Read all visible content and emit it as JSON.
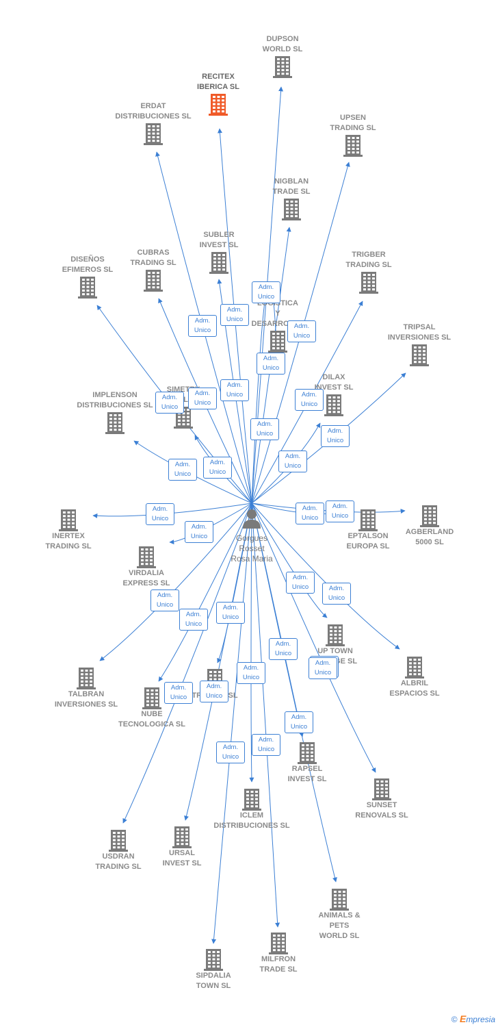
{
  "center": {
    "name": "Gorgues\nRosset\nRosa Maria"
  },
  "edge_label": "Adm.\nUnico",
  "colors": {
    "edge": "#3b7fd4",
    "building": "#7a7a7a",
    "highlight": "#f05a28"
  },
  "footer": {
    "copyright": "©",
    "brand_initial": "E",
    "brand_rest": "mpresia"
  },
  "companies": [
    {
      "id": "dupson",
      "name": "DUPSON\nWORLD SL"
    },
    {
      "id": "recitex",
      "name": "RECITEX\nIBERICA  SL",
      "highlight": true
    },
    {
      "id": "erdat",
      "name": "ERDAT\nDISTRIBUCIONES SL"
    },
    {
      "id": "upsen",
      "name": "UPSEN\nTRADING SL"
    },
    {
      "id": "nigblan",
      "name": "NIGBLAN\nTRADE SL"
    },
    {
      "id": "subler",
      "name": "SUBLER\nINVEST SL"
    },
    {
      "id": "cubras",
      "name": "CUBRAS\nTRADING SL"
    },
    {
      "id": "disenos",
      "name": "DISEÑOS\nEFIMEROS SL"
    },
    {
      "id": "trigber",
      "name": "TRIGBER\nTRADING SL"
    },
    {
      "id": "logistica",
      "name": "LOGISTICA\nY\nDESARROLLO"
    },
    {
      "id": "tripsal",
      "name": "TRIPSAL\nINVERSIONES SL"
    },
    {
      "id": "dilax",
      "name": "DILAX\nINVEST SL"
    },
    {
      "id": "simetry",
      "name": "SIMETRY\nSL"
    },
    {
      "id": "implenson",
      "name": "IMPLENSON\nDISTRIBUCIONES SL"
    },
    {
      "id": "inertex",
      "name": "INERTEX\nTRADING SL"
    },
    {
      "id": "virdalia",
      "name": "VIRDALIA\nEXPRESS SL"
    },
    {
      "id": "eptalson",
      "name": "EPTALSON\nEUROPA SL"
    },
    {
      "id": "agberland",
      "name": "AGBERLAND\n5000 SL"
    },
    {
      "id": "uptown",
      "name": "UP TOWN\nLOUNGE SL"
    },
    {
      "id": "albril",
      "name": "ALBRIL\nESPACIOS SL"
    },
    {
      "id": "talbran",
      "name": "TALBRAN\nINVERSIONES SL"
    },
    {
      "id": "nube",
      "name": "NUBE\nTECNOLOGICA SL"
    },
    {
      "id": "trading",
      "name": "TRADING SL"
    },
    {
      "id": "rapsel",
      "name": "RAPSEL\nINVEST SL"
    },
    {
      "id": "sunset",
      "name": "SUNSET\nRENOVALS SL"
    },
    {
      "id": "iclem",
      "name": "ICLEM\nDISTRIBUCIONES SL"
    },
    {
      "id": "usdran",
      "name": "USDRAN\nTRADING SL"
    },
    {
      "id": "ursal",
      "name": "URSAL\nINVEST SL"
    },
    {
      "id": "animals",
      "name": "ANIMALS &\nPETS\nWORLD SL"
    },
    {
      "id": "milfron",
      "name": "MILFRON\nTRADE SL"
    },
    {
      "id": "sipdalia",
      "name": "SIPDALIA\nTOWN SL"
    }
  ]
}
